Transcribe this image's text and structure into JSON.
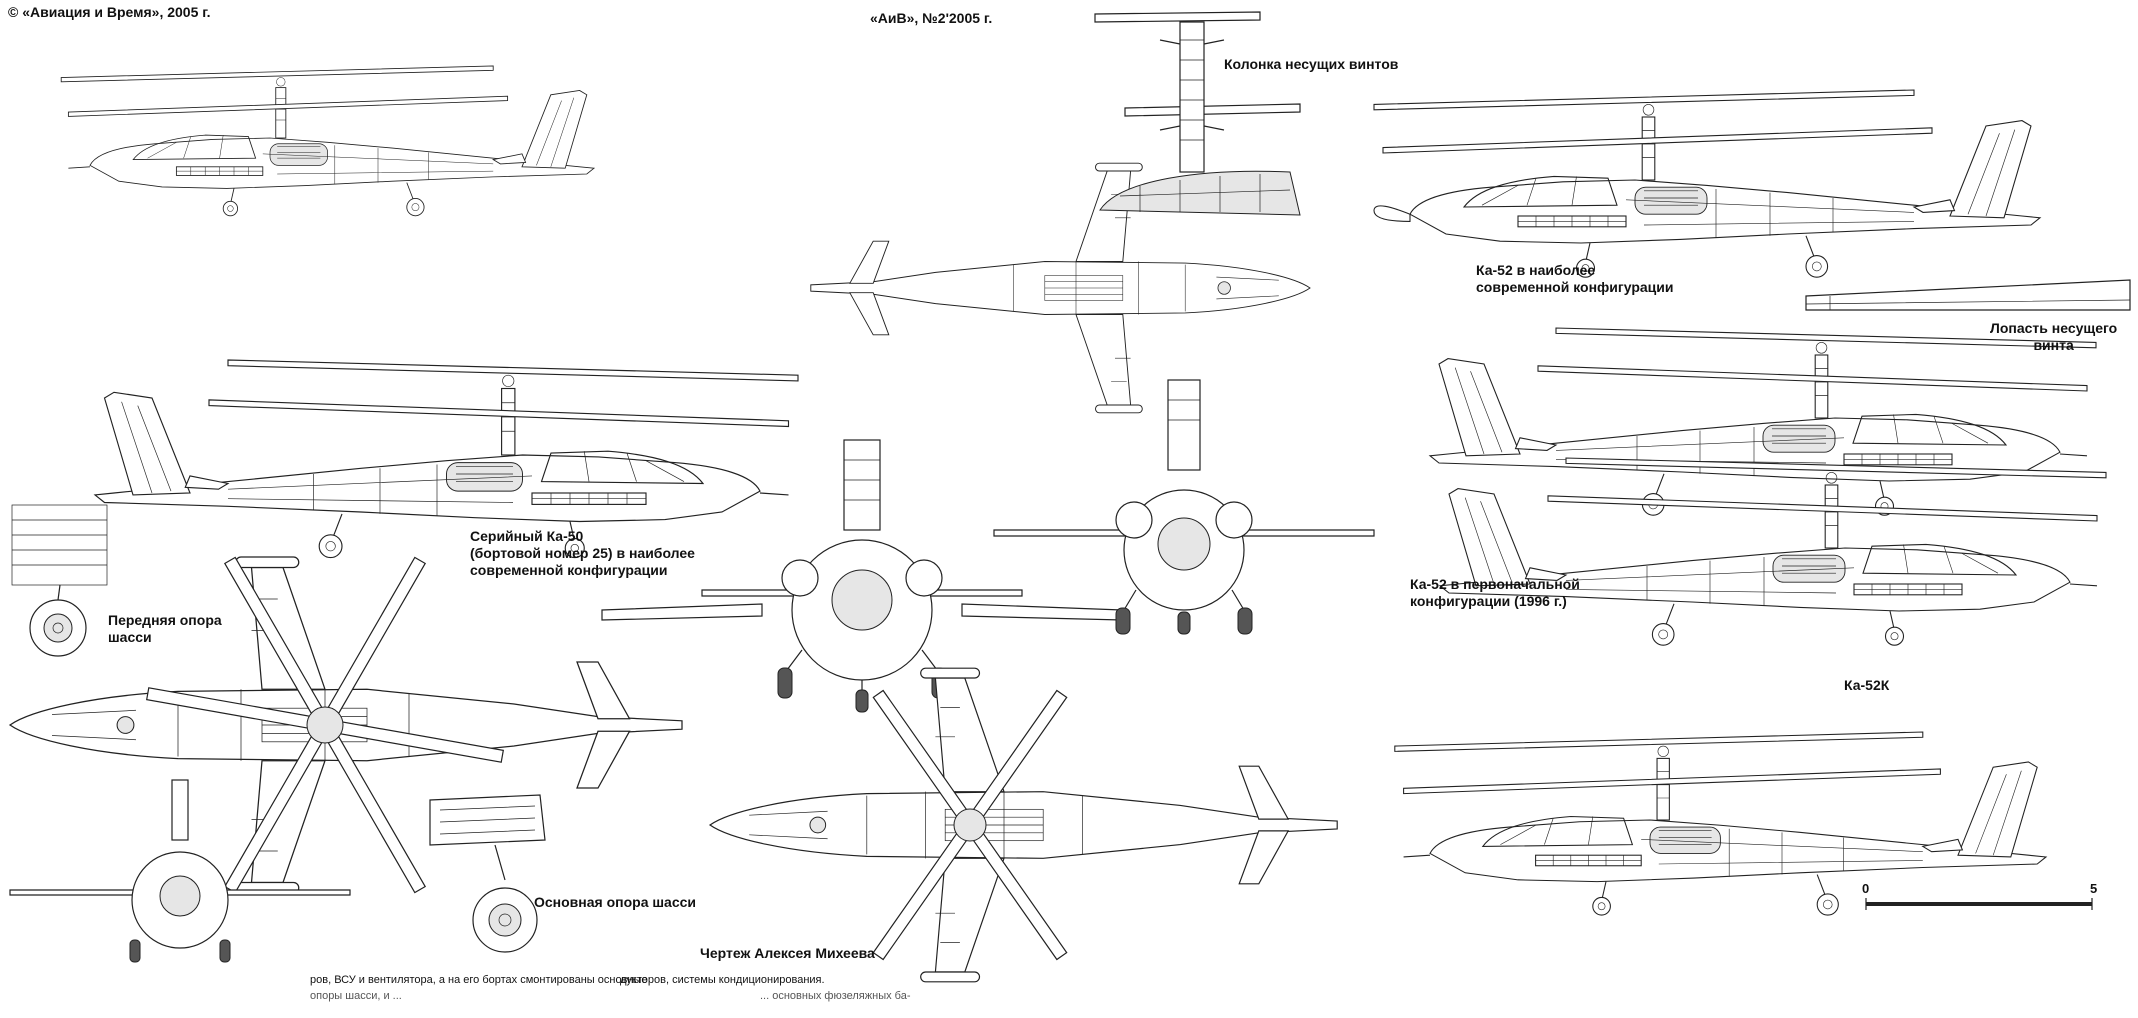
{
  "header": {
    "source_left": "© «Авиация и Время», 2005 г.",
    "source_center": "«АиВ», №2'2005 г."
  },
  "captions": {
    "rotor_column": "Колонка несущих винтов",
    "ka52_modern": "Ка-52 в наиболее\nсовременной конфигурации",
    "rotor_blade": "Лопасть несущего\nвинта",
    "ka50_serial": "Серийный Ка-50\n(бортовой номер 25) в наиболее\nсовременной конфигурации",
    "nose_gear": "Передняя опора\nшасси",
    "ka52_initial": "Ка-52 в первоначальной\nконфигурации (1996 г.)",
    "ka52k": "Ка-52К",
    "main_gear": "Основная опора шасси",
    "author": "Чертеж Алексея Михеева"
  },
  "scale": {
    "start": "0",
    "end": "5"
  },
  "footer_text": {
    "line1_left": "ров, ВСУ и вентилятора, а на его бортах смонтированы основные",
    "line1_right": "дукторов, системы кондиционирования.",
    "line2_left": "опоры шасси, и ...",
    "line2_right": "... основных фюзеляжных ба-"
  }
}
